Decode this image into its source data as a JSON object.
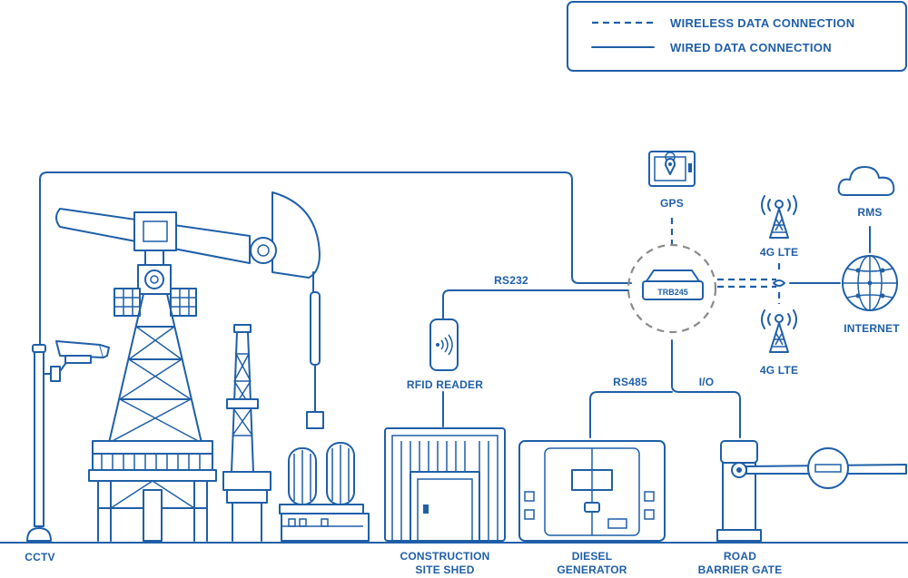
{
  "legend": {
    "wireless": "WIRELESS DATA CONNECTION",
    "wired": "WIRED DATA CONNECTION"
  },
  "labels": {
    "gps": "GPS",
    "rms": "RMS",
    "lte_top": "4G LTE",
    "lte_bottom": "4G LTE",
    "internet": "INTERNET",
    "router": "TRB245",
    "rs232": "RS232",
    "rs485": "RS485",
    "io": "I/O",
    "rfid": "RFID READER",
    "cctv": "CCTV",
    "shed_1": "CONSTRUCTION",
    "shed_2": "SITE SHED",
    "diesel_1": "DIESEL",
    "diesel_2": "GENERATOR",
    "barrier_1": "ROAD",
    "barrier_2": "BARRIER GATE"
  },
  "colors": {
    "primary": "#1f5fa8",
    "dashed_ring": "#8a8a8a"
  }
}
